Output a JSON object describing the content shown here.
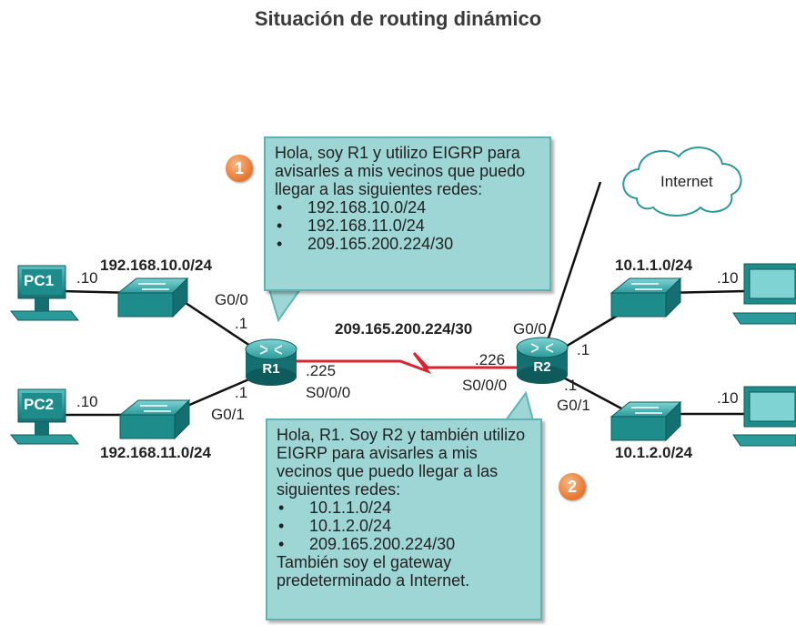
{
  "title": "Situación de routing dinámico",
  "callout1": {
    "number": "1",
    "intro": "Hola, soy R1 y utilizo EIGRP para avisarles a mis vecinos que puedo llegar a las siguientes redes:",
    "networks": [
      "192.168.10.0/24",
      "192.168.11.0/24",
      "209.165.200.224/30"
    ]
  },
  "callout2": {
    "number": "2",
    "intro": "Hola, R1. Soy R2 y también utilizo EIGRP para avisarles a mis vecinos que puedo llegar a las siguientes redes:",
    "networks": [
      "10.1.1.0/24",
      "10.1.2.0/24",
      "209.165.200.224/30"
    ],
    "outro": "También soy el gateway predeterminado a Internet."
  },
  "devices": {
    "pc1": "PC1",
    "pc2": "PC2",
    "r1": "R1",
    "r2": "R2",
    "internet": "Internet"
  },
  "labels": {
    "net_192_10": "192.168.10.0/24",
    "net_192_11": "192.168.11.0/24",
    "pc1_host": ".10",
    "pc2_host": ".10",
    "r1_g00": "G0/0",
    "r1_g00_host": ".1",
    "r1_g01": "G0/1",
    "r1_g01_host": ".1",
    "r1_s000_host": ".225",
    "r1_s000": "S0/0/0",
    "wan_net": "209.165.200.224/30",
    "r2_g00": "G0/0",
    "r2_s000_host": ".226",
    "r2_s000": "S0/0/0",
    "r2_g00_host": ".1",
    "r2_g01_host": ".1",
    "r2_g01": "G0/1",
    "net_10_1": "10.1.1.0/24",
    "net_10_2": "10.1.2.0/24",
    "pc3_host": ".10",
    "pc4_host": ".10"
  },
  "colors": {
    "device_teal": "#1f8c8c",
    "callout_fill": "#9ed6d6",
    "serial_link": "#d9232f",
    "badge_orange": "#e8742a"
  }
}
